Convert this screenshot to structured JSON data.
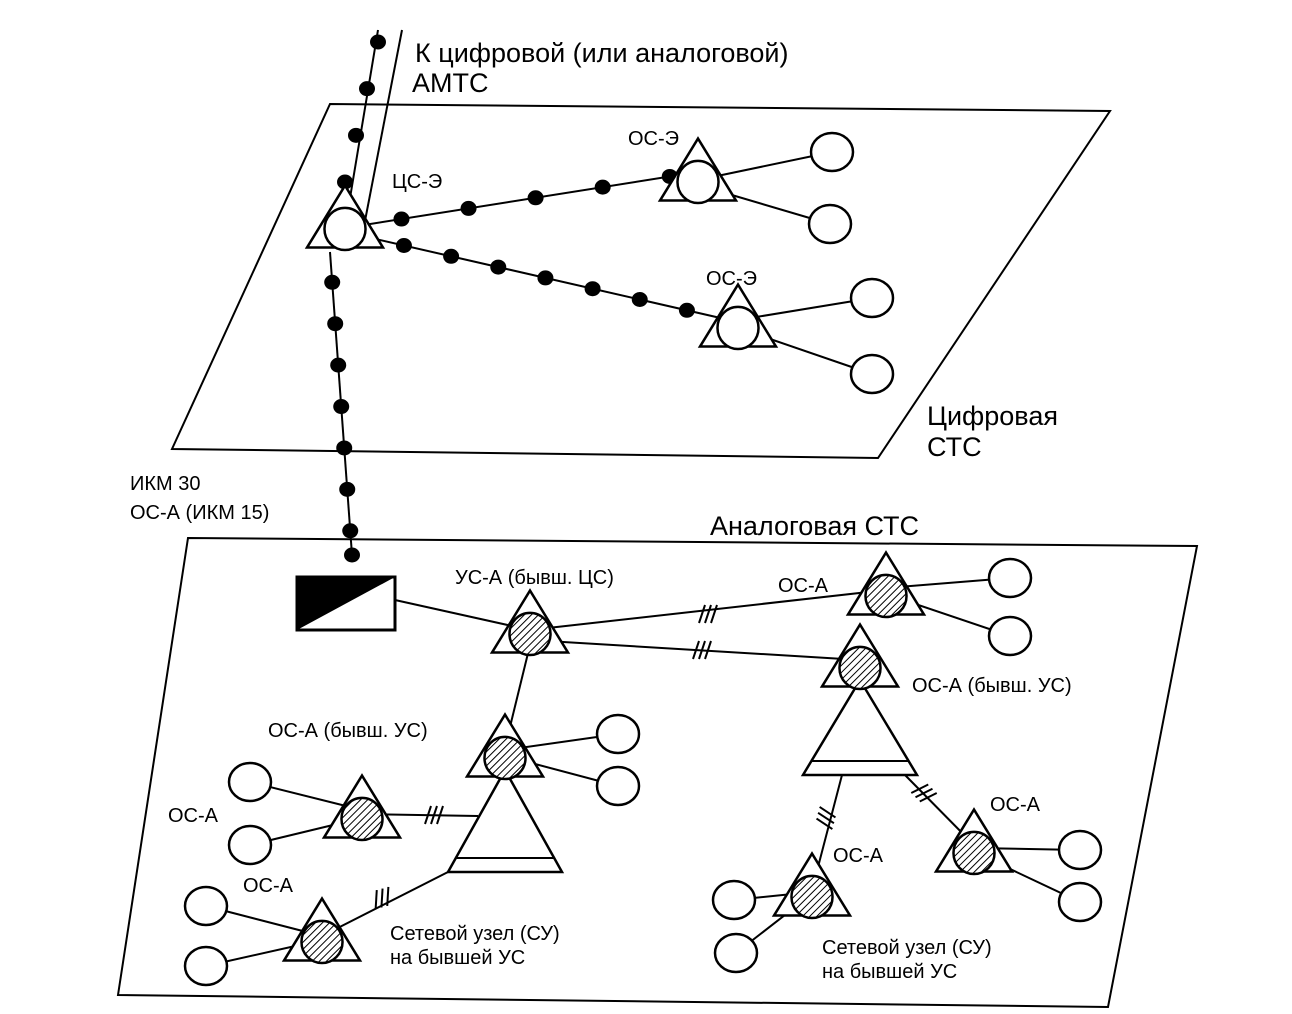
{
  "labels": {
    "amts_line1": "К цифровой (или аналоговой)",
    "amts_line2": "АМТС",
    "cs_e": "ЦС-Э",
    "os_e_top": "ОС-Э",
    "os_e_mid": "ОС-Э",
    "digital_line1": "Цифровая",
    "digital_line2": "СТС",
    "ikm30": "ИКМ 30",
    "os_a_ikm15": "ОС-А (ИКМ 15)",
    "analog_stc": "Аналоговая СТС",
    "us_a": "УС-А (бывш. ЦС)",
    "os_a_right_top": "ОС-А",
    "os_a_right_former": "ОС-А (бывш. УС)",
    "os_a_left_former": "ОС-А (бывш. УС)",
    "os_a_left": "ОС-А",
    "os_a_bottom_left": "ОС-А",
    "node_left_line1": "Сетевой узел (СУ)",
    "node_left_line2": "на бывшей УС",
    "os_a_bottom_mid": "ОС-А",
    "os_a_bottom_right": "ОС-А",
    "node_right_line1": "Сетевой узел (СУ)",
    "node_right_line2": "на бывшей УС"
  },
  "icons": {
    "triangle": "exchange-triangle-icon",
    "circle": "subscriber-circle-icon",
    "hatched": "analog-exchange-hatched-icon",
    "converter": "converter-box-icon"
  }
}
